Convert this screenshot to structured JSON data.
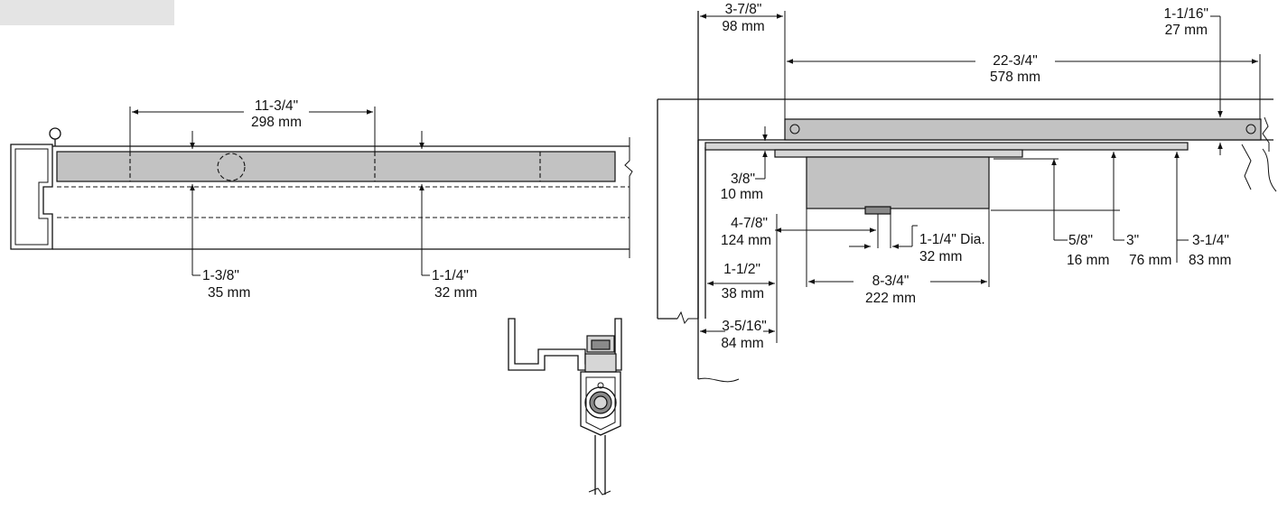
{
  "colors": {
    "closer_body": "#c2c2c2",
    "light_part": "#d6d6d6",
    "tab_box": "#e4e4e4",
    "line": "#111111"
  },
  "side_view": {
    "length_in": "11-3/4\"",
    "length_mm": "298 mm",
    "left_drop_in": "1-3/8\"",
    "left_drop_mm": "35 mm",
    "right_drop_in": "1-1/4\"",
    "right_drop_mm": "32 mm"
  },
  "top_view": {
    "offset_in": "3-7/8\"",
    "offset_mm": "98 mm",
    "arm_length_in": "22-3/4\"",
    "arm_length_mm": "578 mm",
    "end_gap_in": "1-1/16\"",
    "end_gap_mm": "27 mm",
    "arm_height_in": "3/8\"",
    "arm_height_mm": "10 mm",
    "spindle_offset_in": "4-7/8\"",
    "spindle_offset_mm": "124 mm",
    "spindle_dia_in": "1-1/4\" Dia.",
    "spindle_dia_mm": "32 mm",
    "frame_face_in": "1-1/2\"",
    "frame_face_mm": "38 mm",
    "body_width_in": "8-3/4\"",
    "body_width_mm": "222 mm",
    "track_depth_in": "5/8\"",
    "track_depth_mm": "16 mm",
    "body_depth_in": "3\"",
    "body_depth_mm": "76 mm",
    "overall_depth_in": "3-1/4\"",
    "overall_depth_mm": "83 mm",
    "frame_depth_in": "3-5/16\"",
    "frame_depth_mm": "84 mm"
  }
}
